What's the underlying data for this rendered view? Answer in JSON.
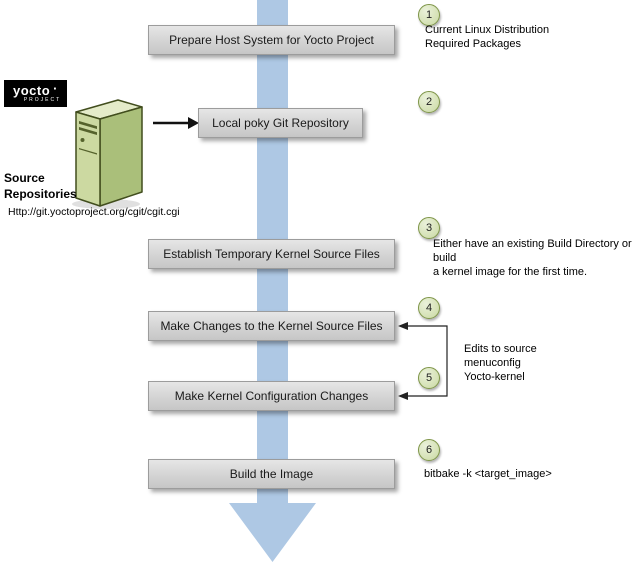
{
  "logo": {
    "brand": "yocto",
    "dot": "·",
    "project": "PROJECT"
  },
  "source_repositories": {
    "label": "Source\nRepositories",
    "url": "Http://git.yoctoproject.org/cgit/cgit.cgi"
  },
  "steps": [
    {
      "num": "1",
      "label": "Prepare Host System for Yocto Project"
    },
    {
      "num": "2",
      "label": "Local poky Git Repository"
    },
    {
      "num": "3",
      "label": "Establish Temporary Kernel Source Files"
    },
    {
      "num": "4",
      "label": "Make Changes to the Kernel Source Files"
    },
    {
      "num": "5",
      "label": "Make Kernel Configuration Changes"
    },
    {
      "num": "6",
      "label": "Build the Image"
    }
  ],
  "annotations": {
    "step1": "Current Linux Distribution\nRequired Packages",
    "step3": "Either have an existing Build Directory or build\na kernel image for the first time.",
    "steps45": "Edits to source\nmenuconfig\nYocto-kernel",
    "step6": "bitbake -k <target_image>"
  },
  "colors": {
    "flow_arrow": "#aec8e4",
    "box_fill": "#d9d9d9",
    "circle_fill": "#d7e3b9",
    "circle_border": "#7e9548",
    "server_front": "#ccd9a1",
    "server_side": "#aabf7a",
    "server_top": "#e4ebc9"
  }
}
